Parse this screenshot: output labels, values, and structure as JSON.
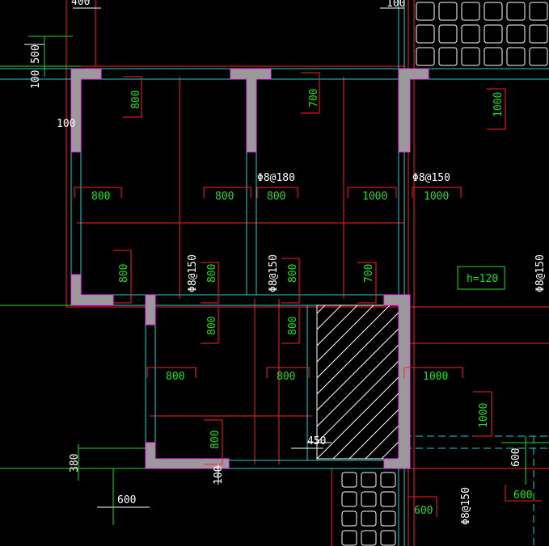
{
  "top_dims": {
    "d400": "400",
    "d100": "100"
  },
  "left_dims": {
    "d100_500": "100 500",
    "d100": "100",
    "d380": "380",
    "d600": "600"
  },
  "rebar": {
    "r180": "Φ8@180",
    "r150_top": "Φ8@150",
    "r150_a": "Φ8@150",
    "r150_b": "Φ8@150",
    "r150_right": "Φ8@150",
    "r150_bottom": "Φ8@150"
  },
  "lengths": {
    "v800_a": "800",
    "v700_a": "700",
    "v1000_a": "1000",
    "h800_a": "800",
    "h800_b": "800",
    "h800_c": "800",
    "h1000_a": "1000",
    "h1000_b": "1000",
    "v800_b": "800",
    "v800_c": "800",
    "v800_d": "800",
    "v700_b": "700",
    "v800_e": "800",
    "v800_f": "800",
    "h800_d": "800",
    "h800_e": "800",
    "h1000_c": "1000",
    "v1000_b": "1000",
    "v800_g": "800",
    "d450": "450",
    "d100_b": "100",
    "d600_b": "600",
    "d600_c": "600",
    "d600_d": "600"
  },
  "slab_thickness": "h=120"
}
